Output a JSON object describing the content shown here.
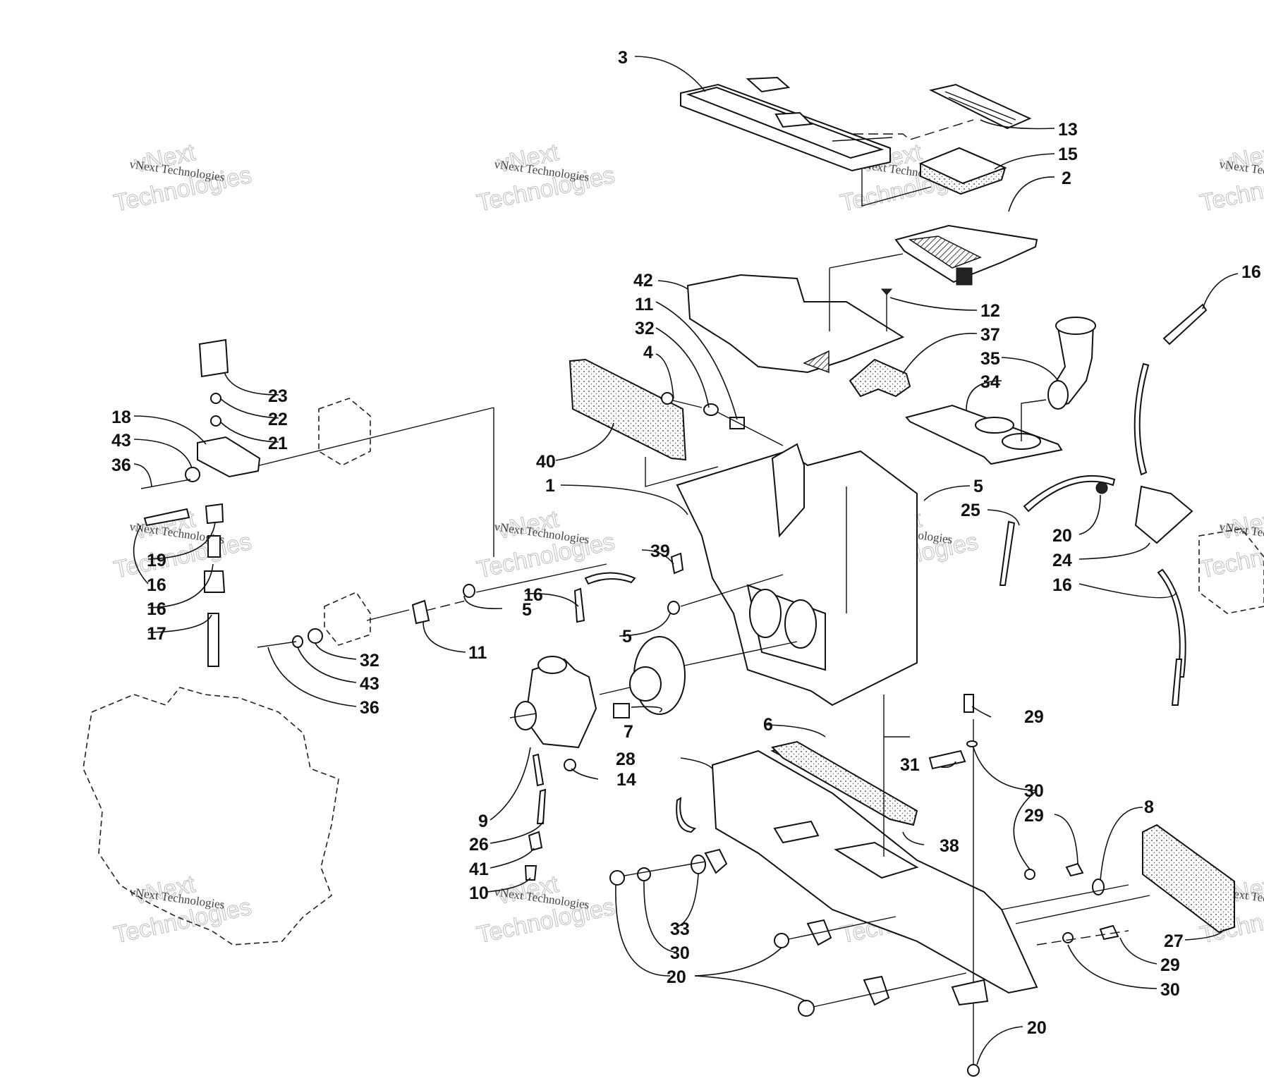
{
  "diagram": {
    "title": "Air Silencer / Carburetor Exploded Parts Diagram",
    "watermark": {
      "line_plain": "vNext Technologies",
      "line_outline_1": "vNext",
      "line_outline_2": "Technologies"
    },
    "callouts": [
      {
        "id": "c3",
        "label": "3"
      },
      {
        "id": "c13",
        "label": "13"
      },
      {
        "id": "c15",
        "label": "15"
      },
      {
        "id": "c2",
        "label": "2"
      },
      {
        "id": "c16a",
        "label": "16"
      },
      {
        "id": "c42",
        "label": "42"
      },
      {
        "id": "c12",
        "label": "12"
      },
      {
        "id": "c11a",
        "label": "11"
      },
      {
        "id": "c37",
        "label": "37"
      },
      {
        "id": "c32a",
        "label": "32"
      },
      {
        "id": "c35",
        "label": "35"
      },
      {
        "id": "c4",
        "label": "4"
      },
      {
        "id": "c34",
        "label": "34"
      },
      {
        "id": "c23",
        "label": "23"
      },
      {
        "id": "c22",
        "label": "22"
      },
      {
        "id": "c18",
        "label": "18"
      },
      {
        "id": "c21",
        "label": "21"
      },
      {
        "id": "c43a",
        "label": "43"
      },
      {
        "id": "c36a",
        "label": "36"
      },
      {
        "id": "c40",
        "label": "40"
      },
      {
        "id": "c1",
        "label": "1"
      },
      {
        "id": "c5a",
        "label": "5"
      },
      {
        "id": "c25",
        "label": "25"
      },
      {
        "id": "c20a",
        "label": "20"
      },
      {
        "id": "c24",
        "label": "24"
      },
      {
        "id": "c16b",
        "label": "16"
      },
      {
        "id": "c19",
        "label": "19"
      },
      {
        "id": "c16c",
        "label": "16"
      },
      {
        "id": "c39",
        "label": "39"
      },
      {
        "id": "c16d",
        "label": "16"
      },
      {
        "id": "c17",
        "label": "17"
      },
      {
        "id": "c5b",
        "label": "5"
      },
      {
        "id": "c5c",
        "label": "5"
      },
      {
        "id": "c16e",
        "label": "16"
      },
      {
        "id": "c11b",
        "label": "11"
      },
      {
        "id": "c32b",
        "label": "32"
      },
      {
        "id": "c43b",
        "label": "43"
      },
      {
        "id": "c36b",
        "label": "36"
      },
      {
        "id": "c7",
        "label": "7"
      },
      {
        "id": "c29a",
        "label": "29"
      },
      {
        "id": "c6",
        "label": "6"
      },
      {
        "id": "c28",
        "label": "28"
      },
      {
        "id": "c14",
        "label": "14"
      },
      {
        "id": "c31",
        "label": "31"
      },
      {
        "id": "c30a",
        "label": "30"
      },
      {
        "id": "c9",
        "label": "9"
      },
      {
        "id": "c29b",
        "label": "29"
      },
      {
        "id": "c8",
        "label": "8"
      },
      {
        "id": "c26",
        "label": "26"
      },
      {
        "id": "c38",
        "label": "38"
      },
      {
        "id": "c41",
        "label": "41"
      },
      {
        "id": "c10",
        "label": "10"
      },
      {
        "id": "c33",
        "label": "33"
      },
      {
        "id": "c30b",
        "label": "30"
      },
      {
        "id": "c27",
        "label": "27"
      },
      {
        "id": "c29c",
        "label": "29"
      },
      {
        "id": "c20b",
        "label": "20"
      },
      {
        "id": "c30c",
        "label": "30"
      },
      {
        "id": "c20c",
        "label": "20"
      }
    ]
  }
}
